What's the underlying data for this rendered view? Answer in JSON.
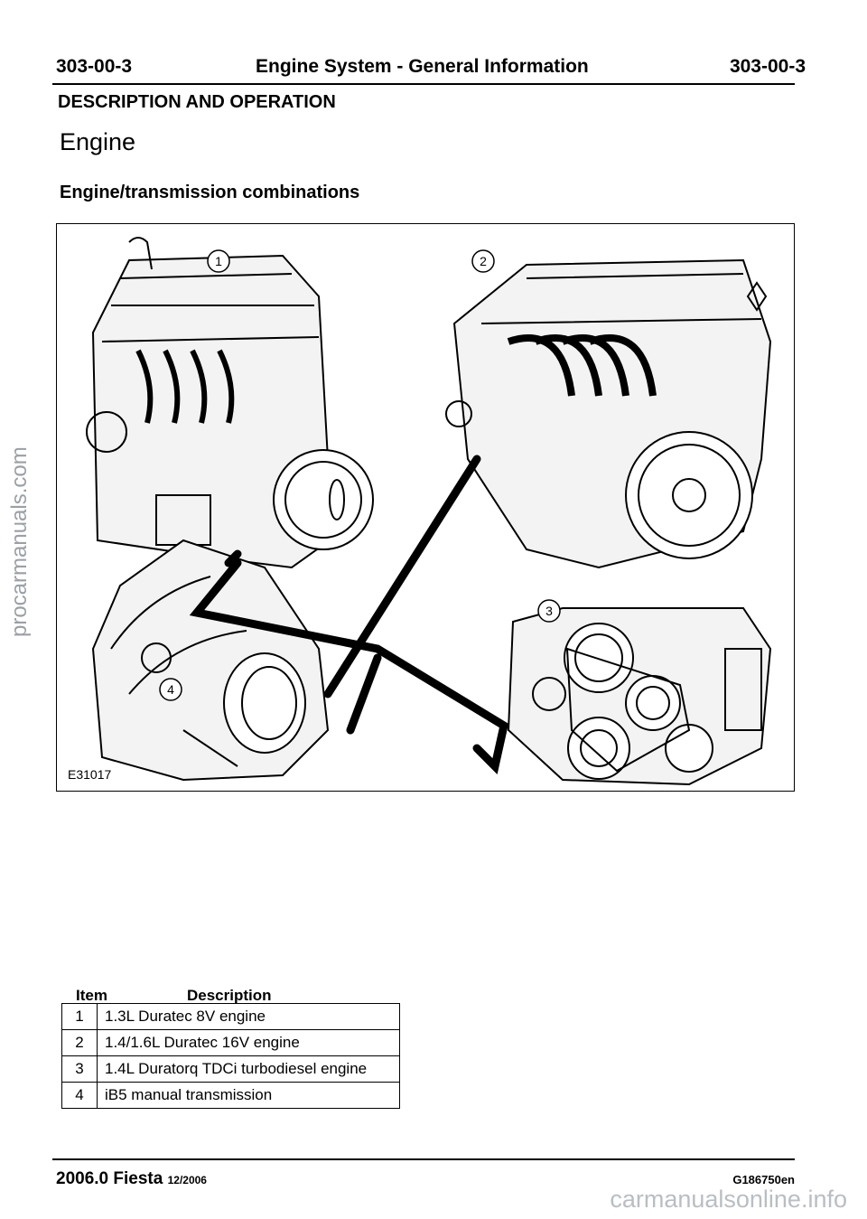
{
  "header": {
    "left": "303-00-3",
    "center": "Engine System - General Information",
    "right": "303-00-3"
  },
  "section": "DESCRIPTION AND OPERATION",
  "title": "Engine",
  "subtitle": "Engine/transmission combinations",
  "figure": {
    "code": "E31017",
    "callouts": [
      "1",
      "2",
      "3",
      "4"
    ]
  },
  "table": {
    "headers": [
      "Item",
      "Description"
    ],
    "rows": [
      {
        "item": "1",
        "description": "1.3L Duratec 8V engine"
      },
      {
        "item": "2",
        "description": "1.4/1.6L Duratec 16V engine"
      },
      {
        "item": "3",
        "description": "1.4L Duratorq TDCi turbodiesel engine"
      },
      {
        "item": "4",
        "description": "iB5 manual transmission"
      }
    ]
  },
  "footer": {
    "model": "2006.0 Fiesta",
    "date": "12/2006",
    "code": "G186750en"
  },
  "watermarks": {
    "side": "procarmanuals.com",
    "bottom": "carmanualsonline.info"
  }
}
